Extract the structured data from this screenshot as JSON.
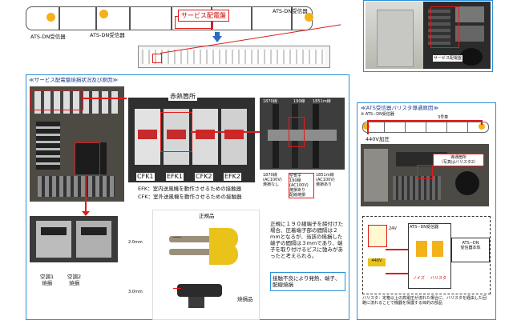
{
  "top": {
    "service_panel_label": "サービス配電盤",
    "ats_left_1": "ATS-DN受信器",
    "ats_left_2": "ATS-DN受信器",
    "ats_right": "ATS-DN受信器"
  },
  "photo_top_right": {
    "caption": "サービス配電盤"
  },
  "left_panel": {
    "title": "≪サービス配電盤焼損状況及び原因≫",
    "heat_spot": "赤熱箇所",
    "contactors": [
      "CFK1",
      "EFK1",
      "CFK2",
      "EFK2"
    ],
    "desc_efk": "EFK：室内送風機を動作させるための接触器",
    "desc_cfk": "CFK：室外送風機を動作させるための接触器",
    "cable_tags": {
      "t1_label": "1870線",
      "t2_label": "190線",
      "t3_label": "1851m線",
      "t1_note": "1870線\n(AC100V)\n焼損なし",
      "t2_note": "空気子\n190線\n(AC100V)\n焼損あり\n配線焼損",
      "t3_note": "1851m線\n(AC100V)\n焼損あり"
    },
    "aircon_label_1": "空調1\n焼損",
    "aircon_label_2": "空調2\n焼損",
    "genuine": "正規品",
    "burnt": "焼損品",
    "dim_1": "2.0mm",
    "dim_2": "3.0mm",
    "explanation": "正規に１９０線端子を締付けた場合、圧着端子部の間隔は２mmとなるが、当該の焼損した端子の間隔は３mmであり、端子を取り付けるビスに弛みがあったと考えられる。",
    "conclusion": "接触不良により発熱、端子、配線焼損"
  },
  "right_panel": {
    "title": "≪ATS受信器バリスタ導通原因≫",
    "ats_label": "※ ATS−DN受信器",
    "car3": "3号車",
    "voltage": "440V加圧",
    "conduct_spot": "導通箇所\n（写真はバリスタ2）",
    "diagram": {
      "receiver": "ATS−DN\n受信器本体",
      "box1": "ATS−DN受信器",
      "v1": "24V",
      "v2": "440V",
      "legend_1": "ノイズ",
      "legend_2": "バリスタ"
    },
    "varistor_note": "バリスタ：定格以上の高電圧が流れた場合に、バリスタを経由した回路に流れることで機器を保護する目的の部品"
  }
}
